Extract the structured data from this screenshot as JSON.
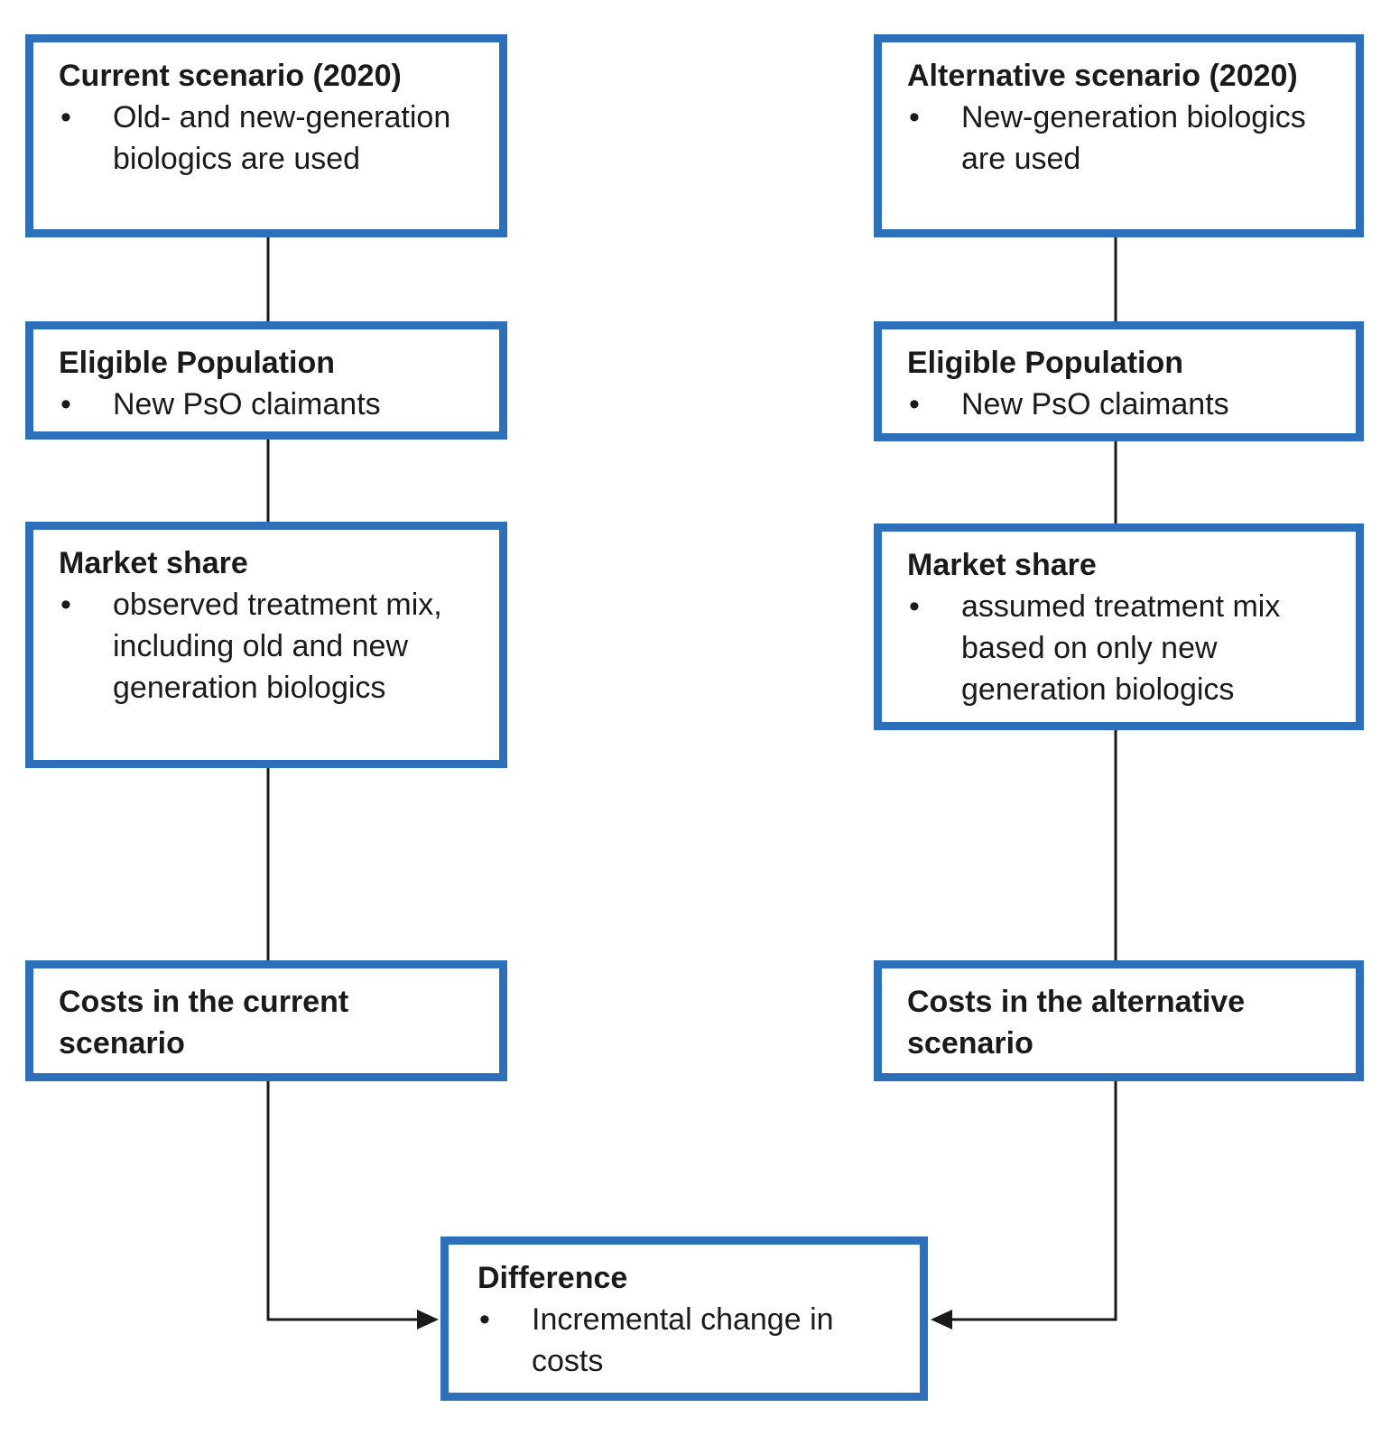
{
  "theme": {
    "box_border_color": "#2e6fba",
    "connector_color": "#1a1a1a",
    "text_color": "#1a1a1a"
  },
  "bullet_glyph": "•",
  "boxes": {
    "current_scenario": {
      "title": "Current scenario (2020)",
      "bullets": [
        "Old- and new-generation biologics are used"
      ]
    },
    "alternative_scenario": {
      "title": "Alternative scenario (2020)",
      "bullets": [
        "New-generation biologics are used"
      ]
    },
    "eligible_current": {
      "title": "Eligible Population",
      "bullets": [
        "New PsO claimants"
      ]
    },
    "eligible_alternative": {
      "title": "Eligible Population",
      "bullets": [
        "New PsO claimants"
      ]
    },
    "market_current": {
      "title": "Market share",
      "bullets": [
        "observed treatment mix, including old and new generation biologics"
      ]
    },
    "market_alternative": {
      "title": "Market share",
      "bullets": [
        "assumed treatment mix based on only new generation biologics"
      ]
    },
    "costs_current": {
      "title": "Costs in the current scenario",
      "bullets": []
    },
    "costs_alternative": {
      "title": "Costs in the alternative scenario",
      "bullets": []
    },
    "difference": {
      "title": "Difference",
      "bullets": [
        "Incremental change in costs"
      ]
    }
  }
}
